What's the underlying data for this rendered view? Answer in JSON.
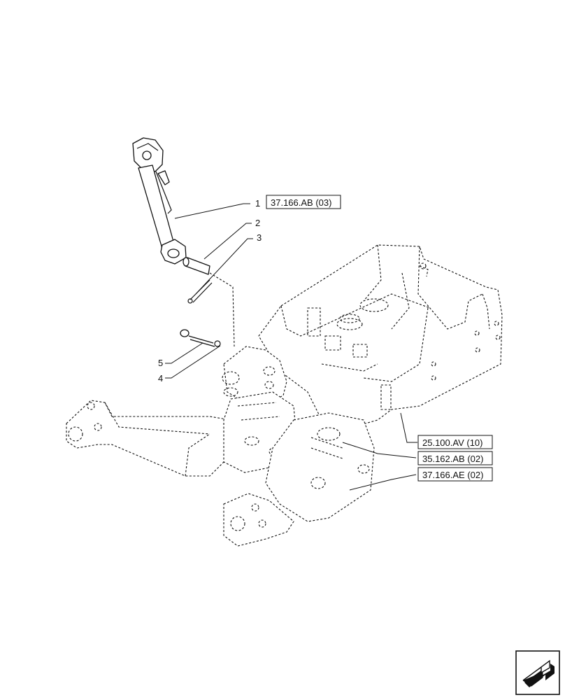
{
  "callouts": {
    "c1": "1",
    "c2": "2",
    "c3": "3",
    "c4": "4",
    "c5": "5"
  },
  "refs": {
    "r1": "37.166.AB (03)",
    "r2": "25.100.AV (10)",
    "r3": "35.162.AB (02)",
    "r4": "37.166.AE (02)"
  },
  "icons": {
    "corner": "next-page-arrow-icon"
  }
}
